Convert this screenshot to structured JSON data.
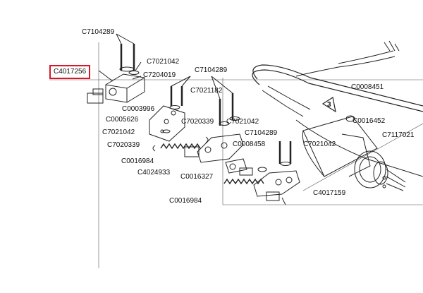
{
  "highlighted_part": "C4017256",
  "callout_number": "3",
  "labels": [
    "C7104289",
    "C7021042",
    "C7204019",
    "C7104289",
    "C0008451",
    "C7021182",
    "C0003996",
    "C0005626",
    "C7020339",
    "C7021042",
    "C0016452",
    "C7021042",
    "C7104289",
    "C7117021",
    "C7020339",
    "C0008458",
    "C7021042",
    "C0016984",
    "C4024933",
    "C0016327",
    "C4017159",
    "C0016984"
  ]
}
